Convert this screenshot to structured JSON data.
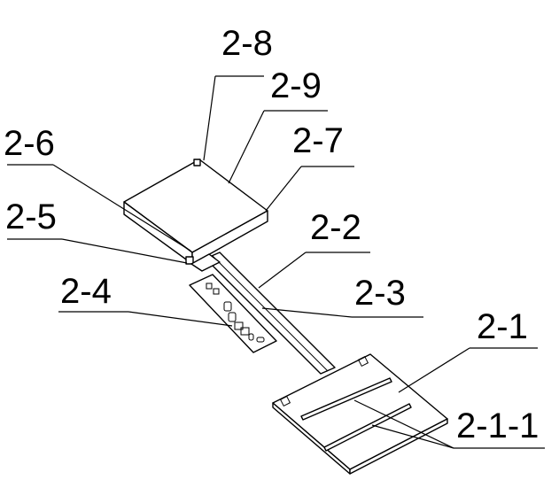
{
  "labels": {
    "l_2_8": "2-8",
    "l_2_9": "2-9",
    "l_2_6": "2-6",
    "l_2_7": "2-7",
    "l_2_5": "2-5",
    "l_2_2": "2-2",
    "l_2_4": "2-4",
    "l_2_3": "2-3",
    "l_2_1": "2-1",
    "l_2_1_1": "2-1-1"
  }
}
